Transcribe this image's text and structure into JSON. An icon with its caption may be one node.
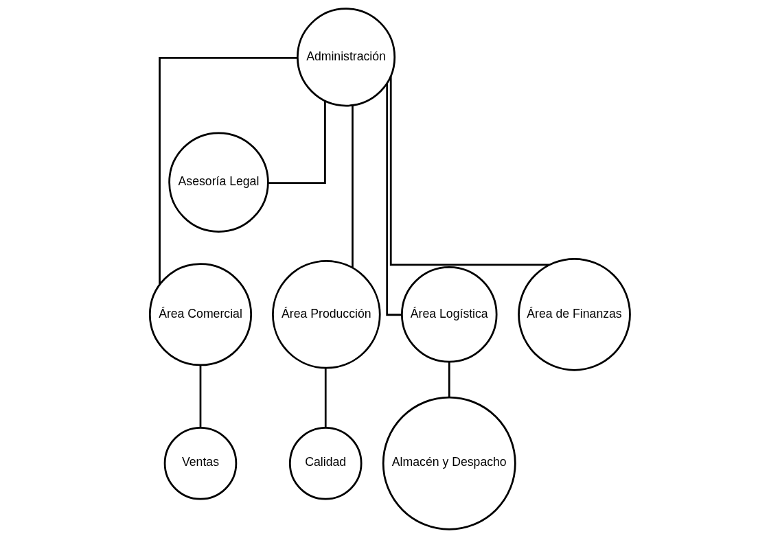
{
  "diagram": {
    "nodes": [
      {
        "text": [
          "Administración"
        ]
      },
      {
        "text": [
          "Asesoría Legal"
        ]
      },
      {
        "text": [
          "Área Comercial"
        ]
      },
      {
        "text": [
          "Área Producción"
        ]
      },
      {
        "text": [
          "Área Logística"
        ]
      },
      {
        "text": [
          "Área de Finanzas"
        ]
      },
      {
        "text": [
          "Ventas"
        ]
      },
      {
        "text": [
          "Calidad"
        ]
      },
      {
        "text": [
          "Almacén y Despacho"
        ]
      }
    ],
    "edges": [
      {
        "from": 0,
        "to": 1,
        "arrow": "none"
      },
      {
        "from": 0,
        "to": 2,
        "arrow": "none"
      },
      {
        "from": 0,
        "to": 3,
        "arrow": "none"
      },
      {
        "from": 0,
        "to": 4,
        "arrow": "none"
      },
      {
        "from": 0,
        "to": 5,
        "arrow": "none"
      },
      {
        "from": 2,
        "to": 6,
        "arrow": "none"
      },
      {
        "from": 3,
        "to": 7,
        "arrow": "none"
      },
      {
        "from": 4,
        "to": 8,
        "arrow": "none"
      }
    ]
  }
}
